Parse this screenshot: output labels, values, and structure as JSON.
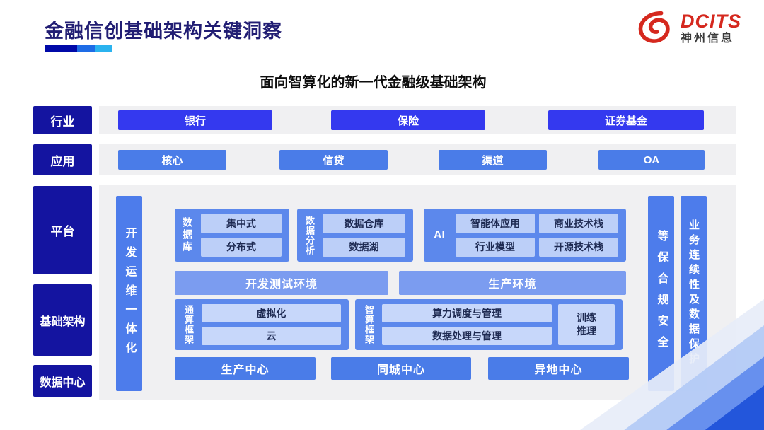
{
  "header": {
    "title": "金融信创基础架构关键洞察",
    "logo": {
      "brand": "DCITS",
      "company": "神州信息"
    }
  },
  "diagram": {
    "subtitle": "面向智算化的新一代金融级基础架构"
  },
  "layers": {
    "industry": {
      "label": "行业",
      "items": [
        "银行",
        "保险",
        "证券基金"
      ]
    },
    "application": {
      "label": "应用",
      "items": [
        "核心",
        "信贷",
        "渠道",
        "OA"
      ]
    },
    "platform": {
      "label": "平台"
    },
    "infrastructure": {
      "label": "基础架构"
    },
    "datacenter": {
      "label": "数据中心"
    }
  },
  "platform": {
    "devops": "开发运维一体化",
    "database": {
      "label": "数据库",
      "items": [
        "集中式",
        "分布式"
      ]
    },
    "analytics": {
      "label": "数据分析",
      "items": [
        "数据仓库",
        "数据湖"
      ]
    },
    "ai": {
      "label": "AI",
      "items": [
        "智能体应用",
        "商业技术栈",
        "行业模型",
        "开源技术栈"
      ]
    },
    "environments": [
      "开发测试环境",
      "生产环境"
    ],
    "common_framework": {
      "label": "通算框架",
      "items": [
        "虚拟化",
        "云"
      ]
    },
    "smart_framework": {
      "label": "智算框架",
      "items": [
        "算力调度与管理",
        "数据处理与管理"
      ],
      "side": [
        "训练",
        "推理"
      ]
    },
    "centers": [
      "生产中心",
      "同城中心",
      "异地中心"
    ],
    "security_bar": "等保合规安全",
    "continuity_bar": "业务连续性及数据保护"
  },
  "colors": {
    "title_navy": "#211d73",
    "brand_red": "#d5281e",
    "layer_label_navy": "#1414a0",
    "industry_button_blue": "#3439ef",
    "app_button_blue": "#4a7ce8",
    "group_box_blue": "#5c88ec",
    "inner_box_light": "#bccff8",
    "env_bar_blue": "#7b9cf0",
    "side_bar_blue": "#4d7ceb",
    "panel_gray": "#f0f0f2",
    "underline_segments": [
      "#0009a8",
      "#1e6ce6",
      "#2bb3ef"
    ]
  }
}
